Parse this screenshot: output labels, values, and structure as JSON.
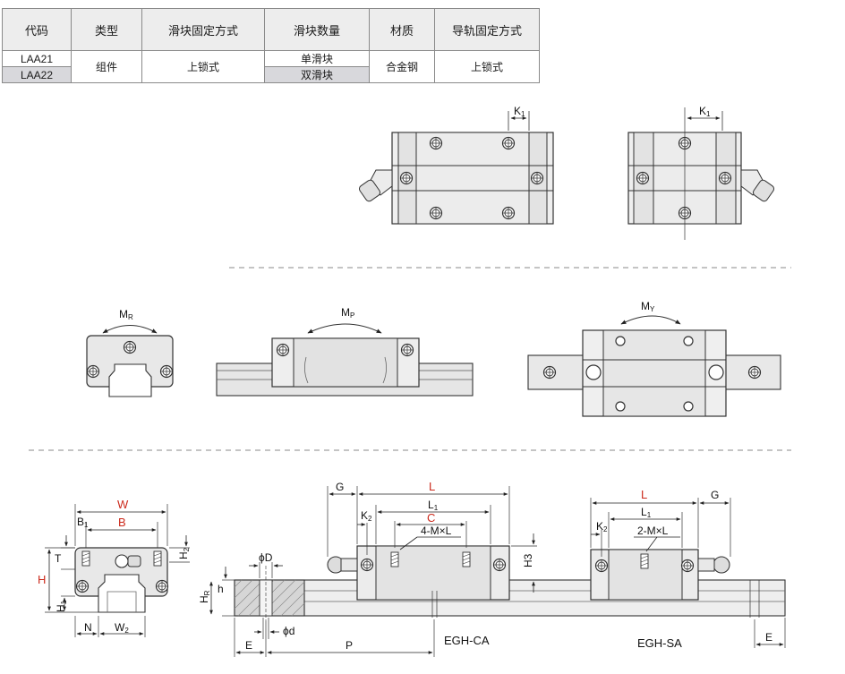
{
  "table": {
    "headers": [
      "代码",
      "类型",
      "滑块固定方式",
      "滑块数量",
      "材质",
      "导轨固定方式"
    ],
    "codes": [
      "LAA21",
      "LAA22"
    ],
    "type": "组件",
    "block_fixing": "上锁式",
    "block_qty": [
      "单滑块",
      "双滑块"
    ],
    "material": "合金钢",
    "rail_fixing": "上锁式"
  },
  "top_views": {
    "k1_left": "K",
    "k1_left_sub": "1",
    "k1_right": "K",
    "k1_right_sub": "1"
  },
  "moments": {
    "mr": "M",
    "mr_sub": "R",
    "mp": "M",
    "mp_sub": "P",
    "my": "M",
    "my_sub": "Y"
  },
  "dims": {
    "W": "W",
    "B": "B",
    "B1": "B",
    "B1_sub": "1",
    "T": "T",
    "H": "H",
    "H1": "H",
    "H1_sub": "1",
    "H2": "H",
    "H2_sub": "2",
    "N": "N",
    "W2": "W",
    "W2_sub": "2",
    "h": "h",
    "HR": "H",
    "HR_sub": "R",
    "phiD": "ϕD",
    "phid": "ϕd",
    "E": "E",
    "P": "P",
    "G": "G",
    "L": "L",
    "L1": "L",
    "L1_sub": "1",
    "C": "C",
    "K2": "K",
    "K2_sub": "2",
    "M_CA": "4-M×L",
    "H3": "H3",
    "E_right": "E",
    "G_SA": "G",
    "L_SA": "L",
    "L1_SA": "L",
    "L1_SA_sub": "1",
    "K2_SA": "K",
    "K2_SA_sub": "2",
    "M_SA": "2-M×L"
  },
  "captions": {
    "ca": "EGH-CA",
    "sa": "EGH-SA"
  },
  "colors": {
    "accent_red": "#cc2a1c",
    "line": "#333333",
    "part_fill": "#e6e6e6"
  }
}
